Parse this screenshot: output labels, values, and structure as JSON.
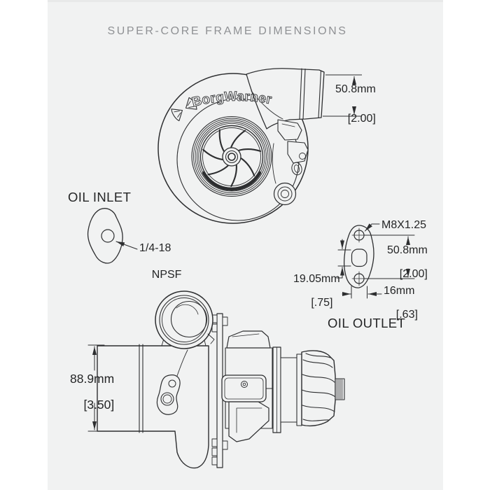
{
  "title": "SUPER-CORE FRAME DIMENSIONS",
  "colors": {
    "page_background": "#ffffff",
    "panel_background": "#f1f2f2",
    "line": "#2d2e30",
    "text": "#242526",
    "title_text": "#8f9194"
  },
  "brand": {
    "logo_text": "BorgWarner"
  },
  "compressor_front_view": {
    "outlet_dim_mm": "50.8mm",
    "outlet_dim_in": "[2.00]"
  },
  "oil_inlet": {
    "label": "OIL INLET",
    "thread_line1": "1/4-18",
    "thread_line2": "NPSF"
  },
  "oil_outlet": {
    "label": "OIL OUTLET",
    "bolt_thread": "M8X1.25",
    "hole_spacing_mm": "50.8mm",
    "hole_spacing_in": "[2.00]",
    "slot_height_mm": "19.05mm",
    "slot_height_in": "[.75]",
    "slot_width_mm": "16mm",
    "slot_width_in": "[.63]"
  },
  "side_view": {
    "inlet_dim_mm": "88.9mm",
    "inlet_dim_in": "[3.50]"
  }
}
